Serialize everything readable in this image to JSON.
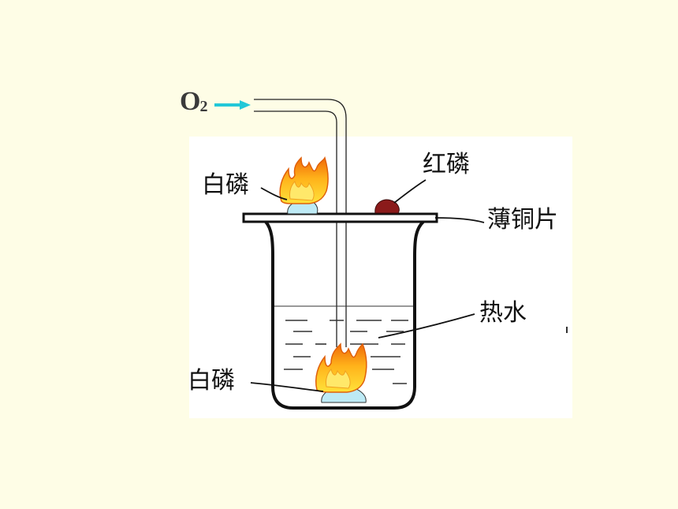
{
  "gas": {
    "symbol": "O",
    "subscript": "2"
  },
  "labels": {
    "white_phosphorus_top": "白磷",
    "red_phosphorus": "红磷",
    "copper_sheet": "薄铜片",
    "hot_water": "热水",
    "white_phosphorus_bottom": "白磷"
  },
  "colors": {
    "background": "#FEFDE6",
    "panel": "#FFFFFF",
    "arrow": "#22C8D8",
    "flame_outer": "#F07A10",
    "flame_inner": "#FFD21C",
    "white_phosphorus": "#BDEAF5",
    "red_phosphorus": "#8B1A1A"
  }
}
